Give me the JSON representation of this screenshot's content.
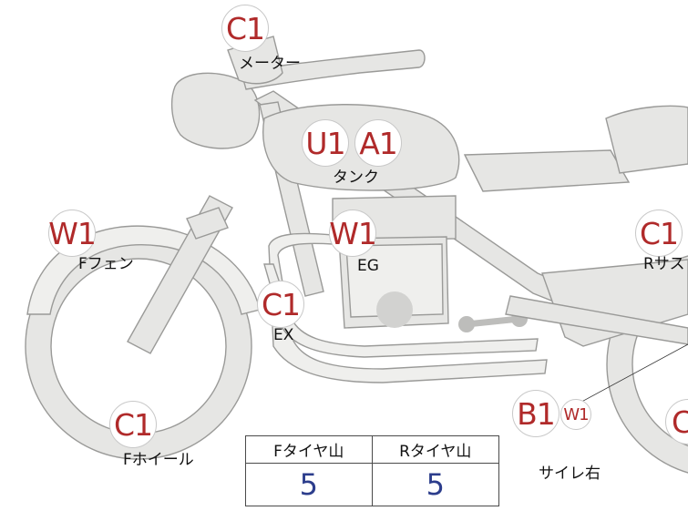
{
  "colors": {
    "badge_text": "#b02a2a",
    "table_value": "#2c3d8c",
    "bike_fill": "#e6e6e4",
    "bike_stroke": "#9a9a98"
  },
  "badges": {
    "meter_c1": "C1",
    "tank_u1": "U1",
    "tank_a1": "A1",
    "ffender_w1": "W1",
    "eg_w1": "W1",
    "ex_c1": "C1",
    "fwheel_c1": "C1",
    "rsus_c1": "C1",
    "side_b1": "B1",
    "side_w1": "W1",
    "rwheel_c": "C"
  },
  "labels": {
    "meter": "メーター",
    "tank": "タンク",
    "ffender": "Fフェン",
    "eg": "EG",
    "ex": "EX",
    "fwheel": "Fホイール",
    "rsus": "Rサス",
    "side_right": "サイレ右"
  },
  "tire_table": {
    "headers": [
      "Fタイヤ山",
      "Rタイヤ山"
    ],
    "values": [
      "5",
      "5"
    ]
  }
}
